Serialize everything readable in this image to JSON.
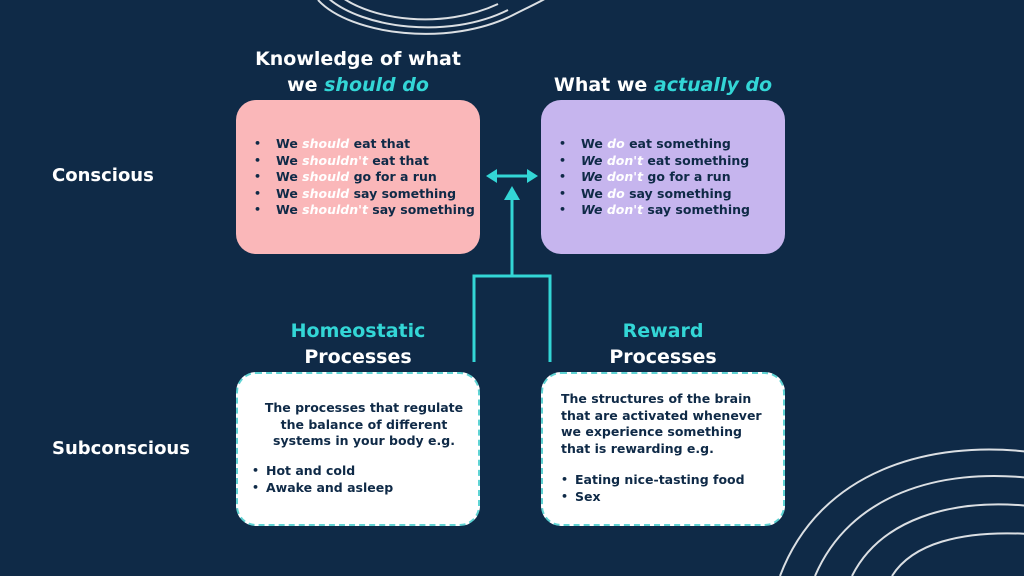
{
  "headings": {
    "knowledge_line1": "Knowledge of what",
    "knowledge_line2_pre": "we ",
    "knowledge_line2_accent": "should do",
    "actual_pre": "What we ",
    "actual_accent": "actually do",
    "homeostatic_line1": "Homeostatic",
    "homeostatic_line2": "Processes",
    "reward_line1": "Reward",
    "reward_line2": "Processes"
  },
  "row_labels": {
    "conscious": "Conscious",
    "subconscious": "Subconscious"
  },
  "should_box": {
    "items": [
      {
        "pre": "We ",
        "kw": "should",
        "post": " eat that"
      },
      {
        "pre": "We ",
        "kw": "shouldn't",
        "post": " eat that"
      },
      {
        "pre": "We ",
        "kw": "should",
        "post": " go for a run"
      },
      {
        "pre": "We ",
        "kw": "should",
        "post": " say something"
      },
      {
        "pre": "We ",
        "kw": "shouldn't",
        "post": " say something"
      }
    ]
  },
  "actual_box": {
    "items": [
      {
        "pre": "We ",
        "kw": "do",
        "post": " eat something",
        "we_italic": false
      },
      {
        "pre": "We ",
        "kw": "don't",
        "post": " eat something",
        "we_italic": true
      },
      {
        "pre": "We ",
        "kw": "don't",
        "post": " go for a run",
        "we_italic": true
      },
      {
        "pre": "We ",
        "kw": "do",
        "post": " say something",
        "we_italic": false
      },
      {
        "pre": "We ",
        "kw": "don't",
        "post": " say something",
        "we_italic": true
      }
    ]
  },
  "homeostatic_box": {
    "description": "The processes that regulate the balance of different systems in your body e.g.",
    "items": [
      "Hot and cold",
      "Awake and asleep"
    ]
  },
  "reward_box": {
    "description": "The structures of the brain that are activated whenever we experience something that is rewarding e.g.",
    "items": [
      "Eating nice-tasting food",
      "Sex"
    ]
  },
  "colors": {
    "background": "#0f2a47",
    "accent": "#33d6d6",
    "should_box": "#fab7b9",
    "actual_box": "#c6b5ee",
    "text_dark": "#0f2a47"
  }
}
